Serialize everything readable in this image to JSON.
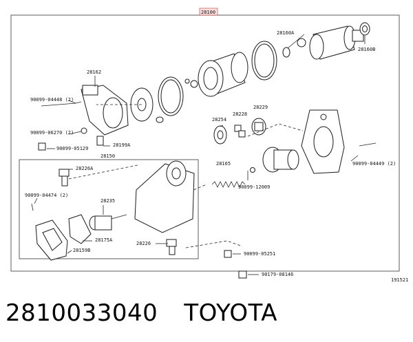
{
  "diagram": {
    "header_code": "28100",
    "footer_code": "191521",
    "labels": [
      "28160A",
      "28160B",
      "28162",
      "90099-04448 (2)",
      "90099-06270 (2)",
      "90099-05129",
      "28199A",
      "28150",
      "28254",
      "28228",
      "28229",
      "28165",
      "90099-12009",
      "90099-04449 (2)",
      "28226A",
      "90099-04474 (2)",
      "28235",
      "28175A",
      "28159B",
      "28226",
      "90099-05251",
      "90179-08146"
    ]
  },
  "caption": {
    "part_number": "2810033040",
    "brand": "TOYOTA"
  }
}
